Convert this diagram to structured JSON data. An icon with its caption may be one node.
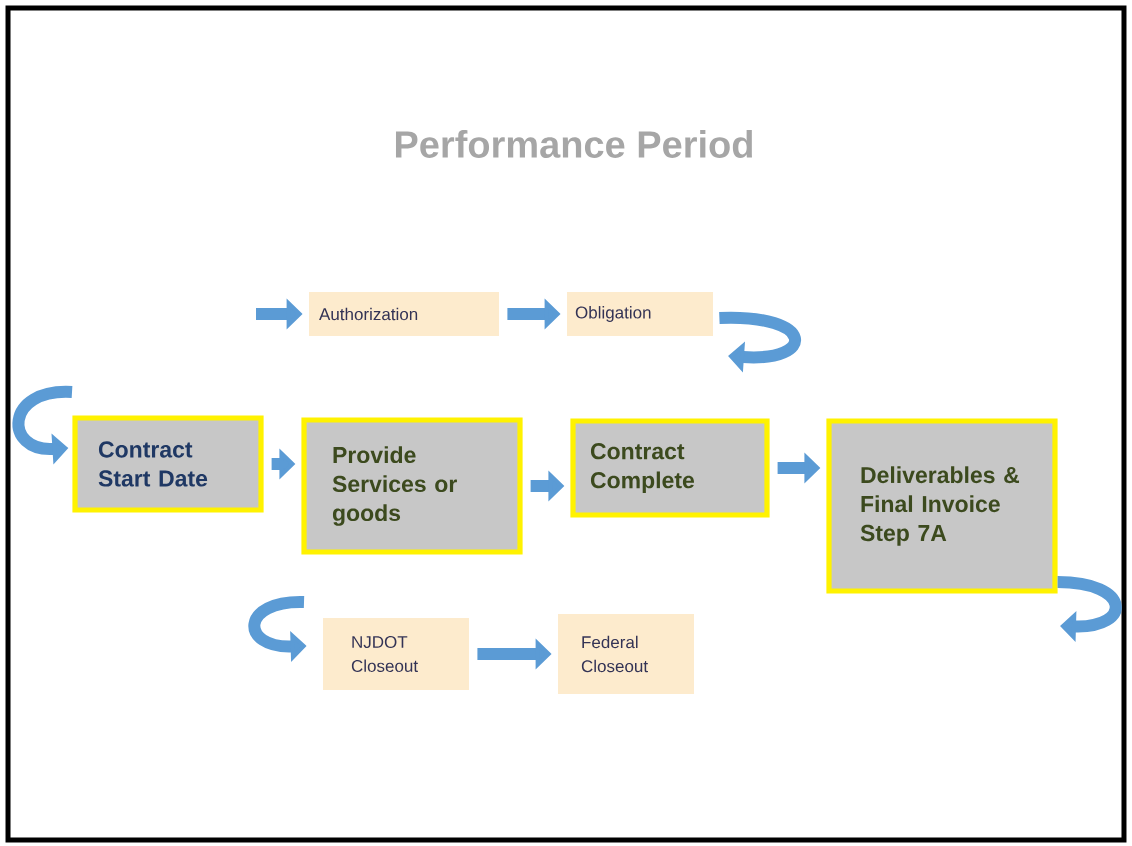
{
  "diagram": {
    "title": "Performance Period",
    "nodes": [
      {
        "text": [
          "Authorization"
        ]
      },
      {
        "text": [
          "Obligation"
        ]
      },
      {
        "text": [
          "Contract Start Date"
        ]
      },
      {
        "text": [
          "Provide Services or goods"
        ]
      },
      {
        "text": [
          "Contract Complete"
        ]
      },
      {
        "text": [
          "Deliverables & Final Invoice Step 7A"
        ]
      },
      {
        "text": [
          "NJDOT Closeout"
        ]
      },
      {
        "text": [
          "Federal Closeout"
        ]
      }
    ],
    "edges": [
      {
        "from": null,
        "to": 0,
        "arrow": "to"
      },
      {
        "from": 0,
        "to": 1,
        "arrow": "to"
      },
      {
        "from": 1,
        "to": null,
        "arrow": "to"
      },
      {
        "from": null,
        "to": 2,
        "arrow": "to"
      },
      {
        "from": 2,
        "to": 3,
        "arrow": "to"
      },
      {
        "from": 3,
        "to": 4,
        "arrow": "to"
      },
      {
        "from": 4,
        "to": 5,
        "arrow": "to"
      },
      {
        "from": 5,
        "to": null,
        "arrow": "to"
      },
      {
        "from": null,
        "to": 6,
        "arrow": "to"
      },
      {
        "from": 6,
        "to": 7,
        "arrow": "to"
      }
    ]
  }
}
